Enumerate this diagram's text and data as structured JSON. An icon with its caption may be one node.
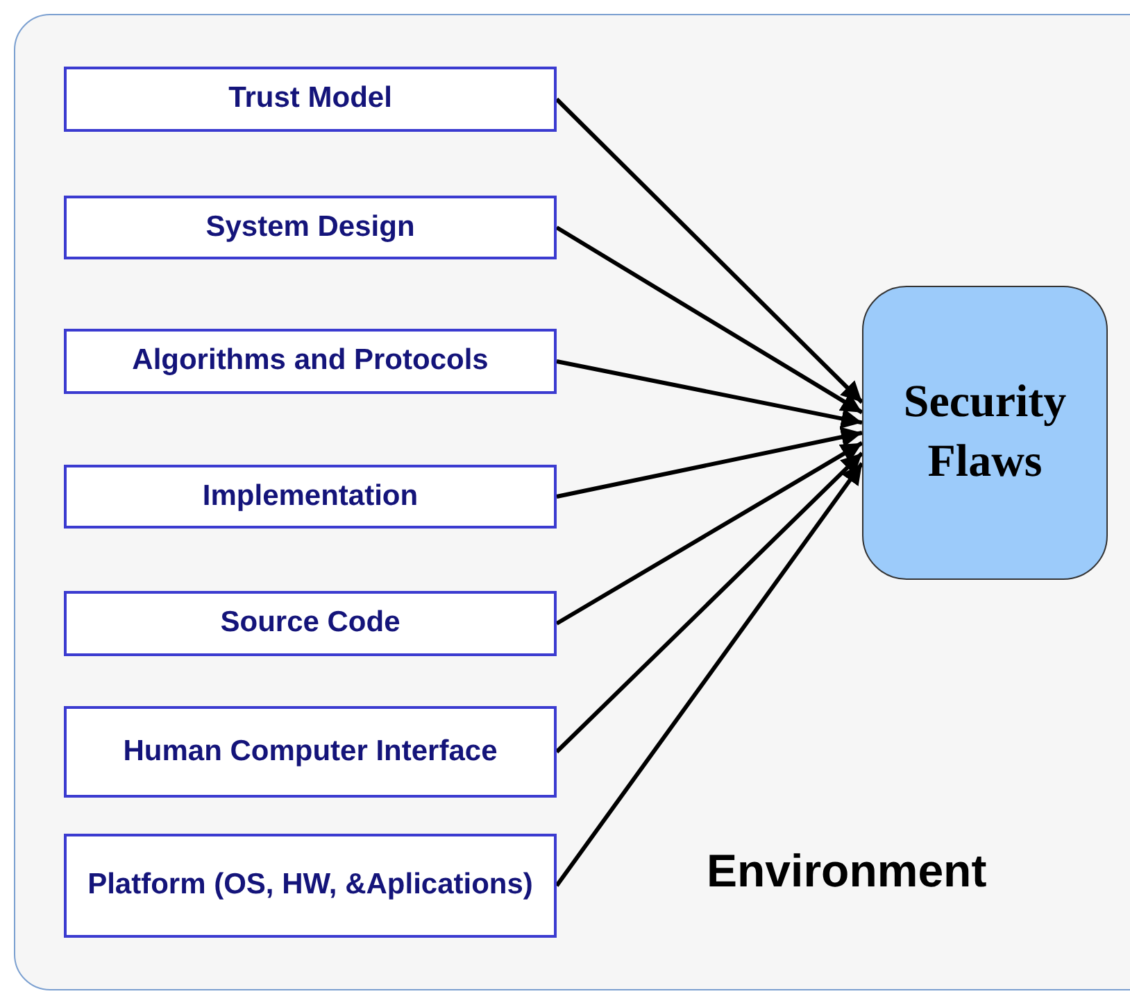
{
  "diagram": {
    "nodes": [
      {
        "text": [
          "Environment"
        ]
      },
      {
        "text": [
          "Trust Model"
        ],
        "in": 0
      },
      {
        "text": [
          "System Design"
        ],
        "in": 0
      },
      {
        "text": [
          "Algorithms and Protocols"
        ],
        "in": 0
      },
      {
        "text": [
          "Implementation"
        ],
        "in": 0
      },
      {
        "text": [
          "Source Code"
        ],
        "in": 0
      },
      {
        "text": [
          "Human Computer Interface"
        ],
        "in": 0
      },
      {
        "text": [
          "Platform (OS, HW, &Aplications)"
        ],
        "in": 0
      },
      {
        "text": [
          "Security Flaws"
        ],
        "in": 0
      }
    ],
    "edges": [
      {
        "from": 1,
        "to": 8,
        "arrow": "to"
      },
      {
        "from": 2,
        "to": 8,
        "arrow": "to"
      },
      {
        "from": 3,
        "to": 8,
        "arrow": "to"
      },
      {
        "from": 4,
        "to": 8,
        "arrow": "to"
      },
      {
        "from": 5,
        "to": 8,
        "arrow": "to"
      },
      {
        "from": 6,
        "to": 8,
        "arrow": "to"
      },
      {
        "from": 7,
        "to": 8,
        "arrow": "to"
      }
    ]
  }
}
